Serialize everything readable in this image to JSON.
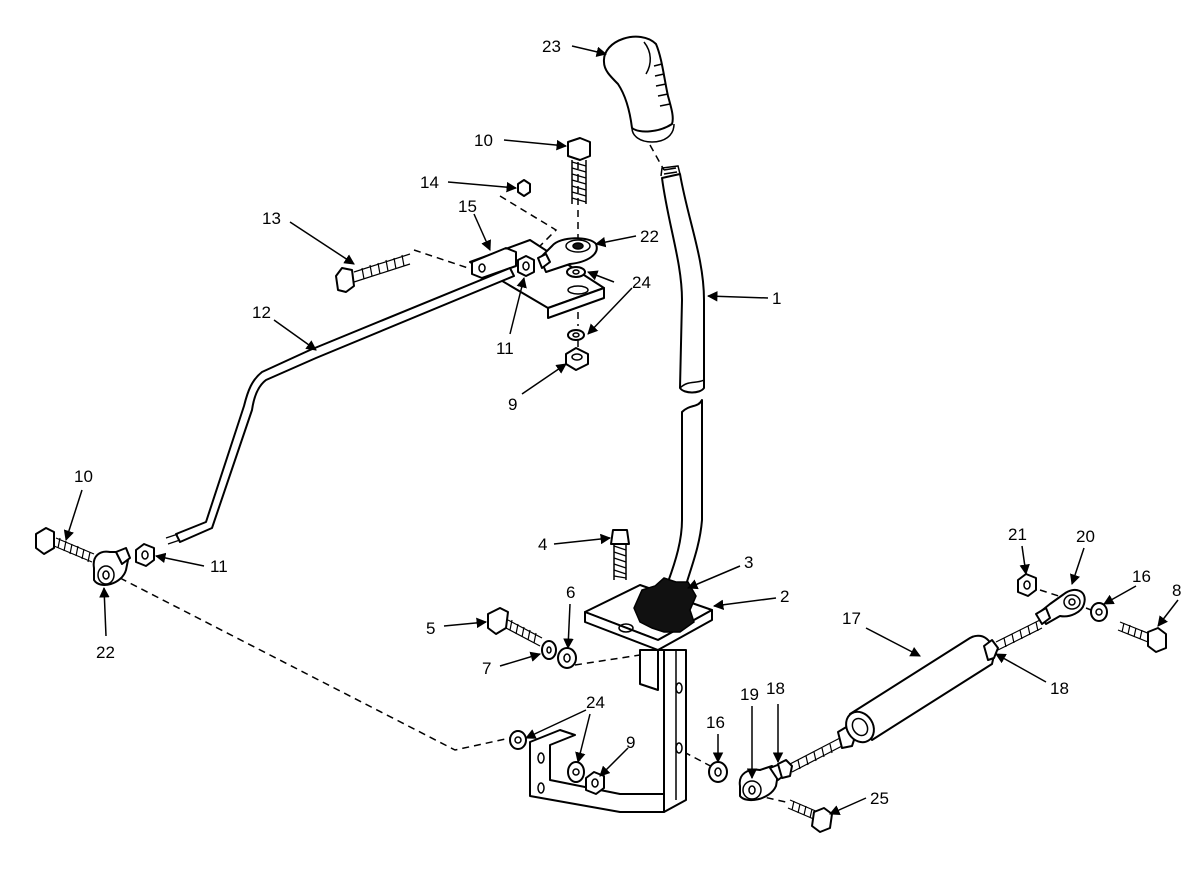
{
  "colors": {
    "ink": "#000000",
    "paper": "#ffffff"
  },
  "callouts": [
    {
      "id": "c23",
      "label": "23",
      "part": "handle-grip"
    },
    {
      "id": "c10a",
      "label": "10",
      "part": "bolt-top"
    },
    {
      "id": "c14",
      "label": "14",
      "part": "nut-small-top"
    },
    {
      "id": "c13",
      "label": "13",
      "part": "long-bolt"
    },
    {
      "id": "c15",
      "label": "15",
      "part": "bracket-block"
    },
    {
      "id": "c22a",
      "label": "22",
      "part": "rod-end-top"
    },
    {
      "id": "c24a",
      "label": "24",
      "part": "washers-top"
    },
    {
      "id": "c1",
      "label": "1",
      "part": "shift-lever"
    },
    {
      "id": "c12",
      "label": "12",
      "part": "control-rod"
    },
    {
      "id": "c11a",
      "label": "11",
      "part": "jam-nut-top"
    },
    {
      "id": "c9a",
      "label": "9",
      "part": "lock-nut-top"
    },
    {
      "id": "c10b",
      "label": "10",
      "part": "bolt-left"
    },
    {
      "id": "c11b",
      "label": "11",
      "part": "jam-nut-left"
    },
    {
      "id": "c22b",
      "label": "22",
      "part": "rod-end-left"
    },
    {
      "id": "c4",
      "label": "4",
      "part": "pivot-bolt"
    },
    {
      "id": "c3",
      "label": "3",
      "part": "knob-boot"
    },
    {
      "id": "c2",
      "label": "2",
      "part": "mount-plate"
    },
    {
      "id": "c6",
      "label": "6",
      "part": "spacer"
    },
    {
      "id": "c5",
      "label": "5",
      "part": "side-bolt"
    },
    {
      "id": "c7",
      "label": "7",
      "part": "washer"
    },
    {
      "id": "c24b",
      "label": "24",
      "part": "washers-bottom"
    },
    {
      "id": "c9b",
      "label": "9",
      "part": "lock-nut-bottom"
    },
    {
      "id": "c16a",
      "label": "16",
      "part": "washer-bottom-right"
    },
    {
      "id": "c19",
      "label": "19",
      "part": "rod-end-bottom"
    },
    {
      "id": "c18a",
      "label": "18",
      "part": "nut-bottom-right"
    },
    {
      "id": "c25",
      "label": "25",
      "part": "bolt-bottom-right"
    },
    {
      "id": "c17",
      "label": "17",
      "part": "actuator-cylinder"
    },
    {
      "id": "c18b",
      "label": "18",
      "part": "nut-cylinder"
    },
    {
      "id": "c21",
      "label": "21",
      "part": "nut-right"
    },
    {
      "id": "c20",
      "label": "20",
      "part": "rod-end-right"
    },
    {
      "id": "c16b",
      "label": "16",
      "part": "washer-right"
    },
    {
      "id": "c8",
      "label": "8",
      "part": "bolt-right"
    }
  ]
}
